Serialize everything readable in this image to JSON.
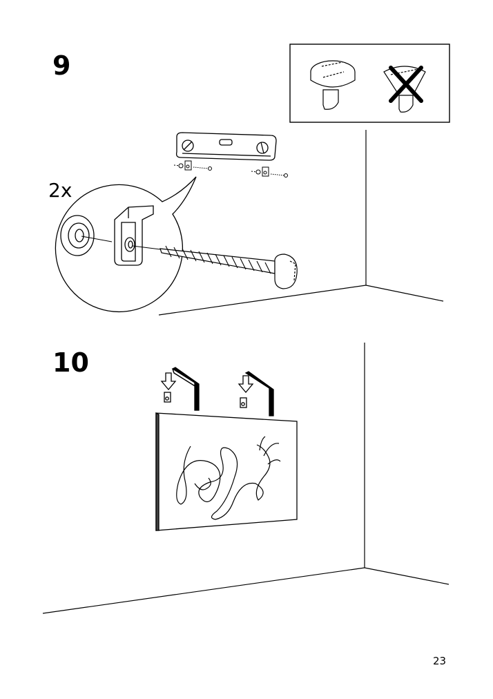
{
  "steps": [
    {
      "number": "9",
      "quantity": "2x"
    },
    {
      "number": "10"
    }
  ],
  "page_number": "23"
}
